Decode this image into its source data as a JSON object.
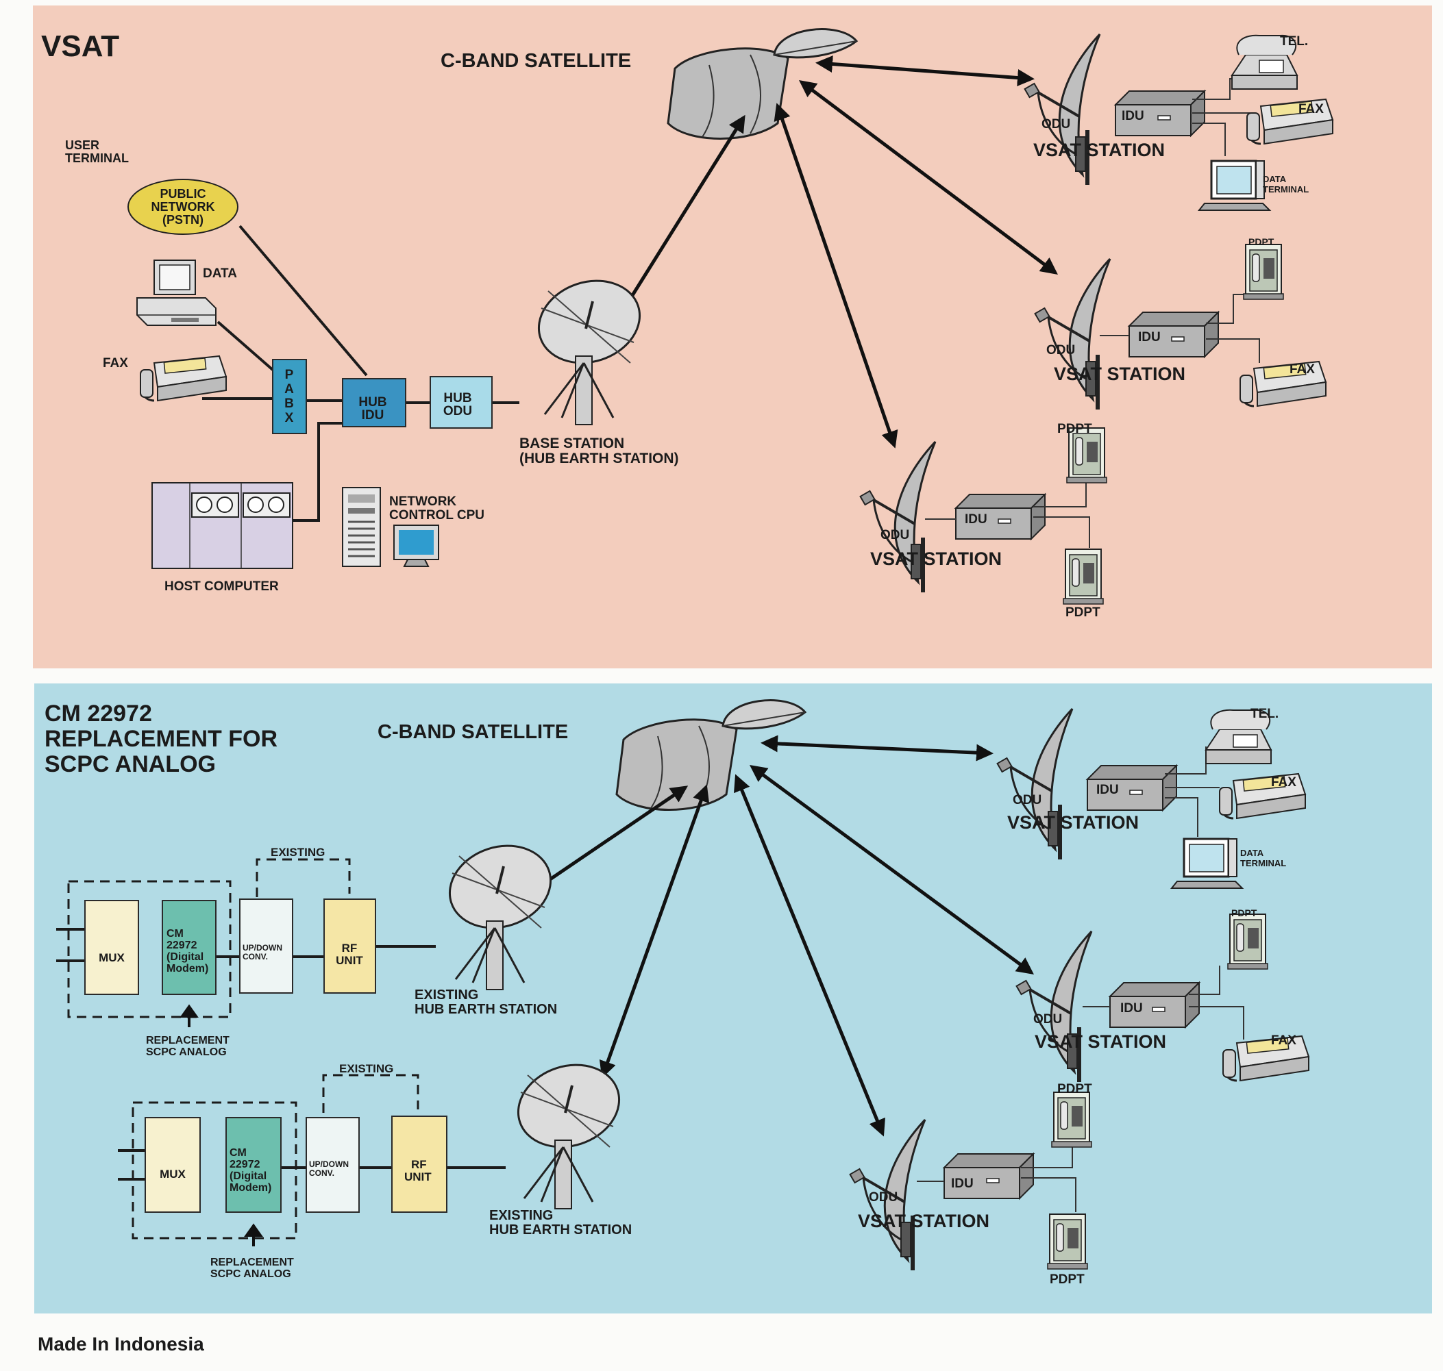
{
  "top": {
    "title": "VSAT",
    "satellite_label": "C-BAND SATELLITE",
    "user_terminal": [
      "USER",
      "TERMINAL"
    ],
    "pstn": [
      "PUBLIC",
      "NETWORK",
      "(PSTN)"
    ],
    "data": "DATA",
    "fax": "FAX",
    "pabx": [
      "P",
      "A",
      "B",
      "X"
    ],
    "hub_idu": [
      "HUB",
      "IDU"
    ],
    "hub_odu": [
      "HUB",
      "ODU"
    ],
    "base_station": [
      "BASE STATION",
      "(HUB EARTH STATION)"
    ],
    "network_control": [
      "NETWORK",
      "CONTROL CPU"
    ],
    "host_computer": "HOST COMPUTER",
    "station1": {
      "odu": "ODU",
      "idu": "IDU",
      "name": "VSAT STATION",
      "tel": "TEL.",
      "fax": "FAX",
      "data_terminal": [
        "DATA",
        "TERMINAL"
      ]
    },
    "station2": {
      "odu": "ODU",
      "idu": "IDU",
      "name": "VSAT STATION",
      "pdpt": "PDPT",
      "fax": "FAX"
    },
    "station3": {
      "odu": "ODU",
      "idu": "IDU",
      "name": "VSAT STATION",
      "pdpt_top": "PDPT",
      "pdpt_bottom": "PDPT"
    }
  },
  "bottom": {
    "title": [
      "CM 22972",
      "REPLACEMENT FOR",
      "SCPC ANALOG"
    ],
    "satellite_label": "C-BAND SATELLITE",
    "chain1": {
      "existing": "EXISTING",
      "mux": "MUX",
      "modem": [
        "CM",
        "22972",
        "(Digital",
        "Modem)"
      ],
      "updown": [
        "UP/DOWN",
        "CONV."
      ],
      "rf": [
        "RF",
        "UNIT"
      ],
      "replacement": [
        "REPLACEMENT",
        "SCPC ANALOG"
      ],
      "hub": [
        "EXISTING",
        "HUB EARTH STATION"
      ]
    },
    "chain2": {
      "existing": "EXISTING",
      "mux": "MUX",
      "modem": [
        "CM",
        "22972",
        "(Digital",
        "Modem)"
      ],
      "updown": [
        "UP/DOWN",
        "CONV."
      ],
      "rf": [
        "RF",
        "UNIT"
      ],
      "replacement": [
        "REPLACEMENT",
        "SCPC ANALOG"
      ],
      "hub": [
        "EXISTING",
        "HUB EARTH STATION"
      ]
    },
    "station1": {
      "odu": "ODU",
      "idu": "IDU",
      "name": "VSAT STATION",
      "tel": "TEL.",
      "fax": "FAX",
      "data_terminal": [
        "DATA",
        "TERMINAL"
      ]
    },
    "station2": {
      "odu": "ODU",
      "idu": "IDU",
      "name": "VSAT STATION",
      "pdpt": "PDPT",
      "fax": "FAX"
    },
    "station3": {
      "odu": "ODU",
      "idu": "IDU",
      "name": "VSAT STATION",
      "pdpt_top": "PDPT",
      "pdpt_bottom": "PDPT"
    }
  },
  "footer": "Made In Indonesia",
  "colors": {
    "top_panel": "#f3cdbd",
    "bottom_panel": "#b2dbe5",
    "hub_idu": "#3a93c2",
    "hub_odu": "#a9dbe9",
    "pstn": "#e8d24e",
    "mux": "#f7f1cf",
    "modem": "#6dbfae",
    "rf": "#f5e6a6",
    "updown": "#eef5f4"
  }
}
